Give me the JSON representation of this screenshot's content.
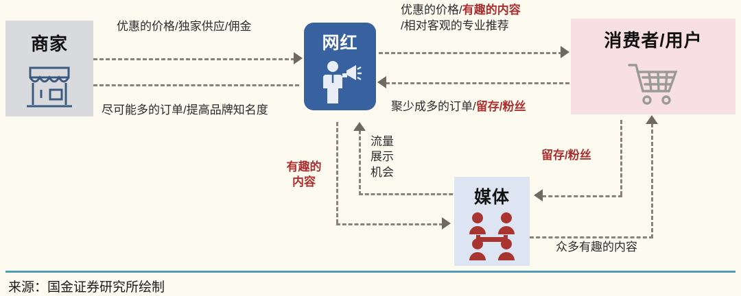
{
  "diagram": {
    "background_color": "#fdfaf0",
    "accent_red": "#ab2f2f",
    "dash_color": "#8a8276",
    "nodes": {
      "merchant": {
        "title": "商家",
        "icon": "storefront-icon",
        "bg_color": "#d9dade"
      },
      "influencer": {
        "title": "网红",
        "icon": "person-megaphone-icon",
        "bg_color": "#37619f"
      },
      "consumer": {
        "title": "消费者/用户",
        "icon": "shopping-cart-icon",
        "bg_color": "#f7dfe4"
      },
      "media": {
        "title": "媒体",
        "icon": "people-network-icon",
        "bg_color": "#dce5f1"
      }
    },
    "edges": {
      "merchant_to_influencer": {
        "text": "优惠的价格/独家供应/佣金"
      },
      "influencer_to_merchant": {
        "text": "尽可能多的订单/提高品牌知名度"
      },
      "influencer_to_consumer_line1_plain": "优惠的价格/",
      "influencer_to_consumer_line1_red": "有趣的内容",
      "influencer_to_consumer_line2": "/相对客观的专业推荐",
      "consumer_to_influencer_plain": "聚少成多的订单/",
      "consumer_to_influencer_red": "留存/粉丝",
      "influencer_to_media": {
        "text": "有趣的\n内容"
      },
      "media_to_influencer": {
        "text": "流量\n展示\n机会"
      },
      "consumer_to_media": {
        "text": "留存/粉丝"
      },
      "media_to_consumer": {
        "text": "众多有趣的内容"
      }
    }
  },
  "footer": {
    "source": "来源：国金证券研究所绘制",
    "rule_color": "#4e9cb5"
  }
}
